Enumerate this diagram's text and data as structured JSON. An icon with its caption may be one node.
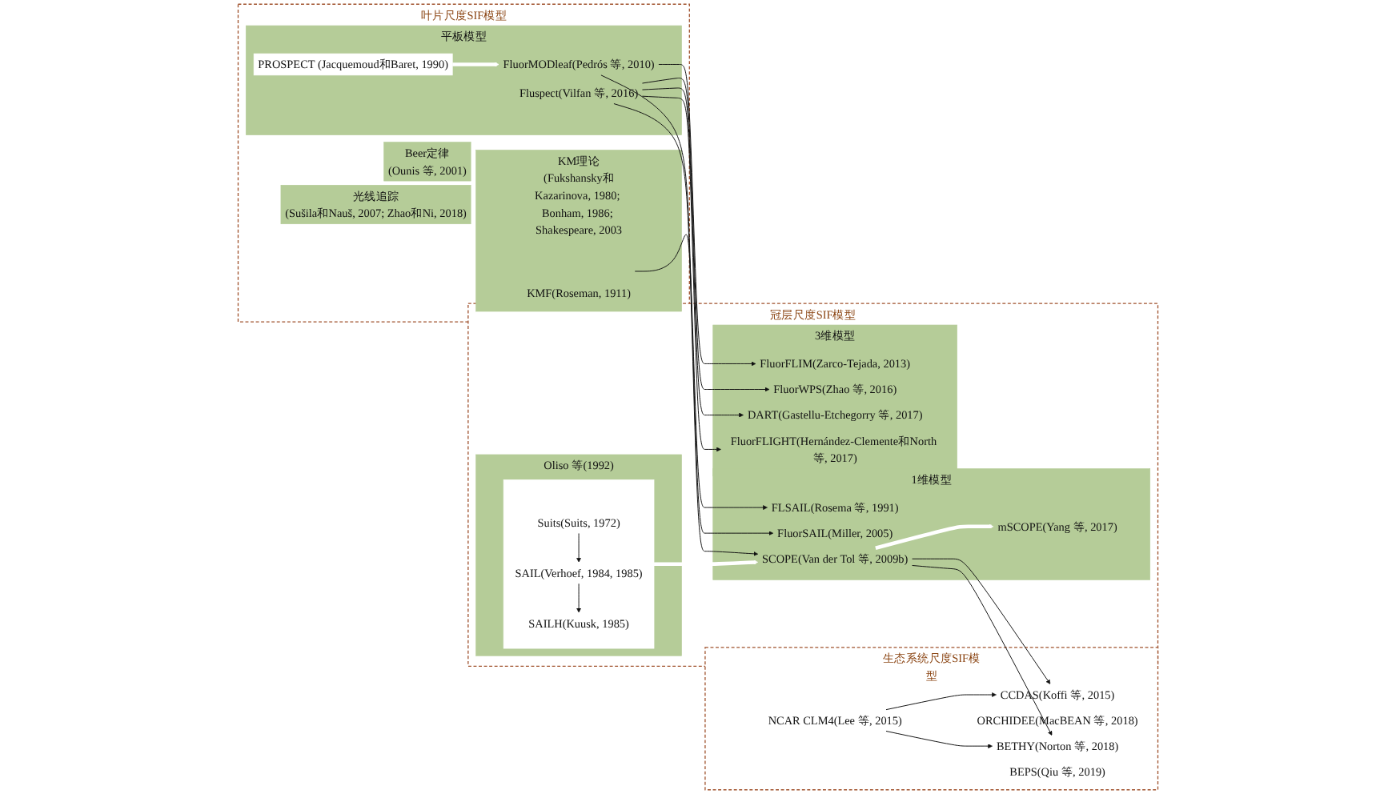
{
  "diagram": {
    "nodes": [
      {
        "text": [
          "生态系统尺度SIF模型"
        ]
      },
      {
        "text": [
          "NCAR CLM4(Lee 等, 2015)"
        ],
        "in": 0
      },
      {
        "text": [
          "CCDAS(Koffi 等, 2015)"
        ],
        "in": 0
      },
      {
        "text": [
          "ORCHIDEE(MacBEAN 等, 2018)"
        ],
        "in": 0
      },
      {
        "text": [
          "BETHY(Norton 等, 2018)"
        ],
        "in": 0
      },
      {
        "text": [
          "BEPS(Qiu 等, 2019)"
        ],
        "in": 0
      },
      {
        "text": [
          "冠层尺度SIF模型"
        ]
      },
      {
        "text": [
          "Oliso 等(1992)"
        ],
        "in": 6
      },
      {
        "text": [],
        "shape": "box",
        "in": 7
      },
      {
        "text": [
          "Suits(Suits, 1972)"
        ],
        "in": 8
      },
      {
        "text": [
          "SAIL(Verhoef, 1984, 1985)"
        ],
        "in": 8
      },
      {
        "text": [
          "SAILH(Kuusk, 1985)"
        ],
        "in": 8
      },
      {
        "text": [
          "1维模型"
        ],
        "in": 6
      },
      {
        "text": [
          "FLSAIL(Rosema 等, 1991)"
        ],
        "in": 12
      },
      {
        "text": [
          "FluorSAIL(Miller, 2005)"
        ],
        "in": 12
      },
      {
        "text": [
          "SCOPE(Van der Tol 等, 2009b)"
        ],
        "in": 12
      },
      {
        "text": [
          "mSCOPE(Yang 等, 2017)"
        ],
        "in": 12
      },
      {
        "text": [
          "3维模型"
        ],
        "in": 6
      },
      {
        "text": [
          "FluorFLIM(Zarco-Tejada, 2013)"
        ],
        "in": 17
      },
      {
        "text": [
          "FluorWPS(Zhao 等, 2016)"
        ],
        "in": 17
      },
      {
        "text": [
          "DART(Gastellu-Etchegorry 等, 2017)"
        ],
        "in": 17
      },
      {
        "text": [
          "FluorFLIGHT(Hernández-Clemente和North 等, 2017)"
        ],
        "in": 17
      },
      {
        "text": [
          "叶片尺度SIF模型"
        ]
      },
      {
        "text": [
          "Beer定律",
          "(Ounis 等, 2001)"
        ],
        "in": 22
      },
      {
        "text": [
          "光线追踪",
          "(Sušila和Nauš, 2007; Zhao和Ni, 2018)"
        ],
        "in": 22
      },
      {
        "text": [
          "KM理论",
          "(Fukshansky和Kazarinova, 1980; Bonham, 1986; Shakespeare, 2003"
        ],
        "in": 22
      },
      {
        "text": [
          "KMF(Roseman, 1911)"
        ],
        "in": 25
      },
      {
        "text": [
          "平板模型"
        ],
        "in": 22
      },
      {
        "text": [
          "PROSPECT (Jacquemoud和Baret, 1990)"
        ],
        "in": 27
      },
      {
        "text": [
          "FluorMODleaf(Pedrós 等, 2010)"
        ],
        "in": 27
      },
      {
        "text": [
          "Fluspect(Vilfan 等, 2016)"
        ],
        "in": 27
      }
    ],
    "edges": [
      {
        "from": 1,
        "to": 2,
        "arrow": "to"
      },
      {
        "from": 1,
        "to": 4,
        "arrow": "to"
      },
      {
        "from": 15,
        "to": 2,
        "arrow": "to"
      },
      {
        "from": 15,
        "to": 4,
        "arrow": "to"
      },
      {
        "from": 9,
        "to": 10,
        "arrow": "to"
      },
      {
        "from": 10,
        "to": 11,
        "arrow": "to"
      },
      {
        "from": 8,
        "to": 15,
        "arrow": "to",
        "style": "thick",
        "color": "#ffffff"
      },
      {
        "from": 15,
        "to": 16,
        "arrow": "to",
        "style": "thick",
        "color": "#ffffff"
      },
      {
        "from": 26,
        "to": 13,
        "arrow": "to"
      },
      {
        "from": 29,
        "to": 18,
        "arrow": "to"
      },
      {
        "from": 29,
        "to": 14,
        "arrow": "to"
      },
      {
        "from": 30,
        "to": 15,
        "arrow": "to"
      },
      {
        "from": 30,
        "to": 19,
        "arrow": "to"
      },
      {
        "from": 30,
        "to": 20,
        "arrow": "to"
      },
      {
        "from": 30,
        "to": 21,
        "arrow": "to"
      },
      {
        "from": 28,
        "to": 29,
        "arrow": "to",
        "style": "thick",
        "color": "#ffffff"
      }
    ]
  }
}
